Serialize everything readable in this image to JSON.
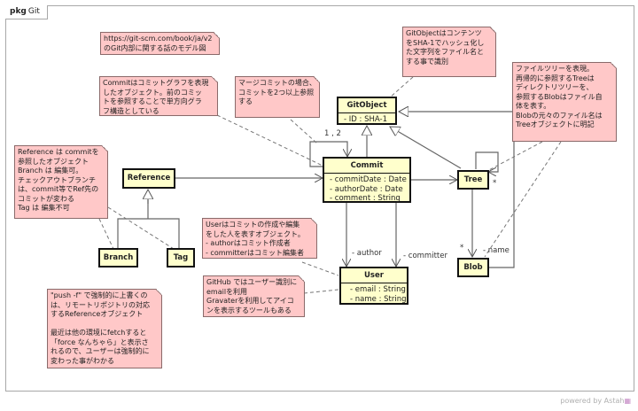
{
  "package": {
    "keyword": "pkg",
    "name": "Git"
  },
  "notes": {
    "source": "https://git-scm.com/book/ja/v2\nのGit内部に関する話のモデル図",
    "commit": "Commitはコミットグラフを表現\nしたオブジェクト。前のコミッ\nトを参照することで単方向グラ\nフ構造としている",
    "merge": "マージコミットの場合、\nコミットを2つ以上参照\nする",
    "gitobject": "GitObjectはコンテンツ\nをSHA-1でハッシュ化し\nた文字列をファイル名と\nする事で識別",
    "tree": "ファイルツリーを表現。\n再帰的に参照するTreeは\nディレクトリツリーを、\n参照するBlobはファイル自\n体を表す。\nBlobの元々のファイル名は\nTreeオブジェクトに明記",
    "reference": "Reference は commitを\n参照したオブジェクト\nBranch は 編集可。\nチェックアウトブランチ\nは、commit等でRef先の\nコミットが変わる\nTag は 編集不可",
    "user": "Userはコミットの作成や編集\nをした人を表すオブジェクト。\n- authorはコミット作成者\n- committerはコミット編集者",
    "github": "GitHub ではユーザー識別に\nemailを利用\nGravaterを利用してアイコ\nンを表示するツールもある",
    "push": "\"push -f\" で強制的に上書くの\nは、リモートリポジトリの対応\nするReferenceオブジェクト\n\n最近は他の環境にfetchすると\n「force なんちゃら」と表示さ\nれるので、ユーザーは強制的に\n変わった事がわかる"
  },
  "classes": {
    "gitobject": {
      "name": "GitObject",
      "attrs": "- ID : SHA-1"
    },
    "commit": {
      "name": "Commit",
      "attrs": "- commitDate : Date\n- authorDate : Date\n- comment : String"
    },
    "user": {
      "name": "User",
      "attrs": "- email : String\n- name : String"
    },
    "reference": {
      "name": "Reference"
    },
    "branch": {
      "name": "Branch"
    },
    "tag": {
      "name": "Tag"
    },
    "tree": {
      "name": "Tree"
    },
    "blob": {
      "name": "Blob"
    }
  },
  "labels": {
    "commit_multiplicity": "1 , 2",
    "author": "- author",
    "committer": "- committer",
    "tree_multiplicity": "*",
    "blob_multiplicity": "*",
    "blob_name": "- name"
  },
  "footer": {
    "powered": "powered by Astah",
    "logo": "▦"
  }
}
